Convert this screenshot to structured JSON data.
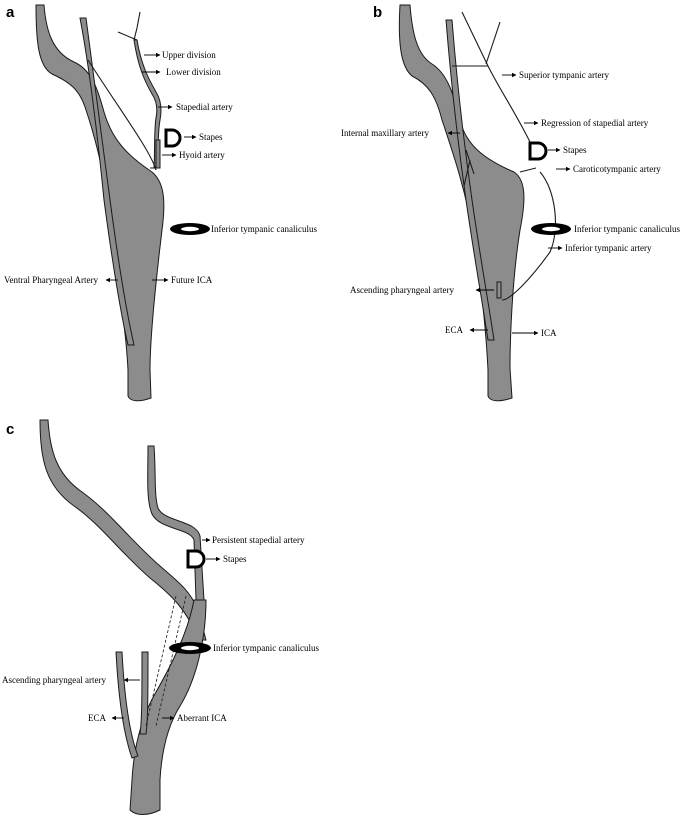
{
  "panels": {
    "a": {
      "letter": "a",
      "upper_division": "Upper division",
      "lower_division": "Lower division",
      "stapedial_artery": "Stapedial artery",
      "stapes": "Stapes",
      "hyoid_artery": "Hyoid artery",
      "inferior_tympanic_canaliculus": "Inferior tympanic canaliculus",
      "ventral_pharyngeal_artery": "Ventral Pharyngeal Artery",
      "future_ica": "Future ICA"
    },
    "b": {
      "letter": "b",
      "superior_tympanic_artery": "Superior tympanic artery",
      "regression_of_stapedial_artery": "Regression of stapedial artery",
      "internal_maxillary_artery": "Internal maxillary artery",
      "stapes": "Stapes",
      "caroticotympanic_artery": "Caroticotympanic artery",
      "inferior_tympanic_canaliculus": "Inferior tympanic canaliculus",
      "inferior_tympanic_artery": "Inferior tympanic artery",
      "ascending_pharyngeal_artery": "Ascending pharyngeal artery",
      "eca": "ECA",
      "ica": "ICA"
    },
    "c": {
      "letter": "c",
      "persistent_stapedial_artery": "Persistent stapedial artery",
      "stapes": "Stapes",
      "inferior_tympanic_canaliculus": "Inferior tympanic canaliculus",
      "ascending_pharyngeal_artery": "Ascending pharyngeal artery",
      "eca": "ECA",
      "aberrant_ica": "Aberrant ICA"
    }
  },
  "colors": {
    "vessel_fill": "#8c8c8c",
    "outline": "#1a1a1a",
    "background": "#ffffff"
  }
}
